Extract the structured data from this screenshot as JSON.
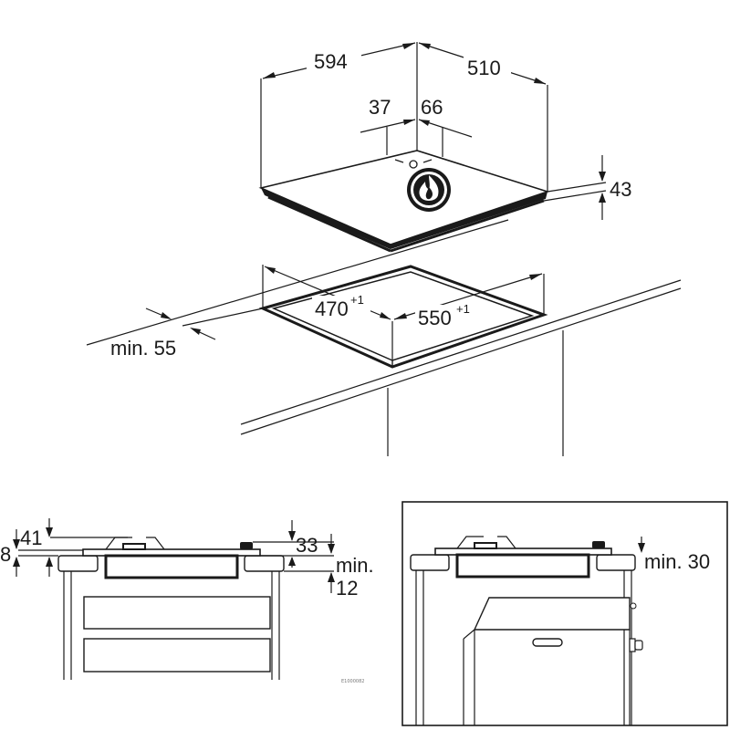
{
  "colors": {
    "ink": "#1a1a1a",
    "paper": "#ffffff"
  },
  "icons": {
    "gas_flame": "gas-flame-icon"
  },
  "top_view": {
    "width_label": "594",
    "depth_label": "510",
    "burner_offset_left": "37",
    "burner_offset_right": "66",
    "height_label": "43",
    "cutout_depth": "470",
    "cutout_depth_tolerance": "+1",
    "cutout_width": "550",
    "cutout_width_tolerance": "+1",
    "front_clearance": "min. 55"
  },
  "side_view_left": {
    "left_height": "8",
    "burner_height": "41",
    "knob_height": "33",
    "min_label": "min.",
    "min_value": "12"
  },
  "side_view_right": {
    "clearance": "min. 30"
  },
  "footer_code": "E1000082"
}
